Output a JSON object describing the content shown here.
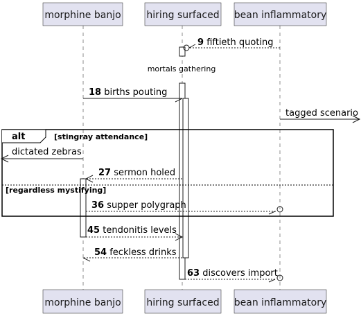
{
  "participants": [
    {
      "name": "morphine banjo"
    },
    {
      "name": "hiring surfaced"
    },
    {
      "name": "bean inflammatory"
    }
  ],
  "divider": {
    "label": "mortals gathering"
  },
  "fragment": {
    "keyword": "alt",
    "guard1": "[stingray attendance]",
    "guard2": "[regardless mystifying]"
  },
  "messages": [
    {
      "num": "9",
      "text": "fiftieth quoting"
    },
    {
      "num": "18",
      "text": "births pouting"
    },
    {
      "num": "",
      "text": "tagged scenario"
    },
    {
      "num": "",
      "text": "dictated zebras"
    },
    {
      "num": "27",
      "text": "sermon holed"
    },
    {
      "num": "36",
      "text": "supper polygraph"
    },
    {
      "num": "45",
      "text": "tendonitis levels"
    },
    {
      "num": "54",
      "text": "feckless drinks"
    },
    {
      "num": "63",
      "text": "discovers import"
    }
  ]
}
